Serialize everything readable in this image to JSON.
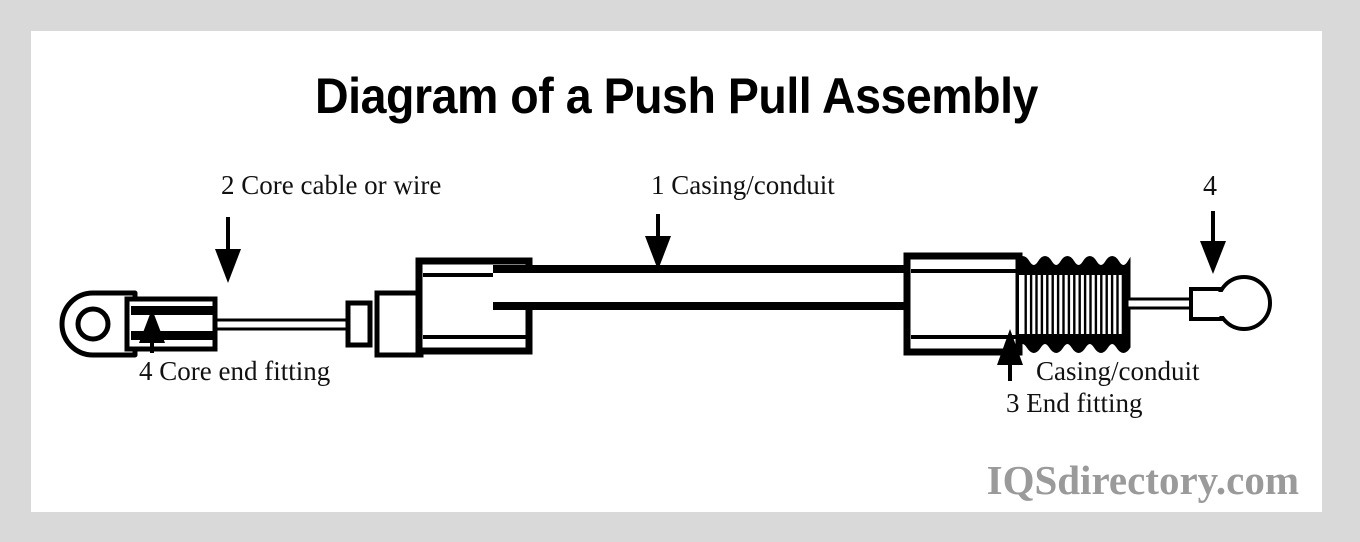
{
  "frame": {
    "border_color": "#d9d9d9",
    "canvas_color": "#ffffff"
  },
  "title": "Diagram of a Push Pull Assembly",
  "labels": {
    "core_cable": "2  Core cable or wire",
    "casing_conduit_top": "1 Casing/conduit",
    "core_end_fitting": "4 Core end fitting",
    "casing_conduit_bottom": "Casing/conduit",
    "end_fitting": "3 End fitting",
    "ball_end_number": "4"
  },
  "watermark": "IQSdirectory.com",
  "callouts": [
    {
      "number": "2",
      "text": "Core cable or wire",
      "arrow": "down",
      "target": "core-wire"
    },
    {
      "number": "1",
      "text": "Casing/conduit",
      "arrow": "down",
      "target": "casing-tube"
    },
    {
      "number": "4",
      "text": "Core end fitting",
      "arrow": "up",
      "target": "eyelet-terminal"
    },
    {
      "number": "3",
      "text": "End fitting",
      "arrow": "up",
      "target": "right-end-fitting"
    },
    {
      "number": "4",
      "text": "",
      "arrow": "down",
      "target": "ball-end-terminal"
    }
  ],
  "parts": [
    {
      "id": "eyelet-terminal",
      "name": "Core end fitting (eyelet / ring terminal)"
    },
    {
      "id": "crimp-barrel",
      "name": "Crimp barrel"
    },
    {
      "id": "core-wire",
      "name": "Core cable or wire"
    },
    {
      "id": "small-collar",
      "name": "Small collar"
    },
    {
      "id": "ferrule-sleeve",
      "name": "Ferrule sleeve"
    },
    {
      "id": "left-end-fitting",
      "name": "Left end fitting body"
    },
    {
      "id": "casing-tube",
      "name": "Casing / conduit tube"
    },
    {
      "id": "right-end-fitting",
      "name": "End fitting body"
    },
    {
      "id": "strain-relief-boot",
      "name": "Corrugated strain relief boot"
    },
    {
      "id": "ball-end-terminal",
      "name": "Ball end terminal"
    }
  ],
  "colors": {
    "line": "#000000",
    "fill": "#ffffff",
    "watermark": "#9a9a9a",
    "frame": "#d9d9d9"
  }
}
